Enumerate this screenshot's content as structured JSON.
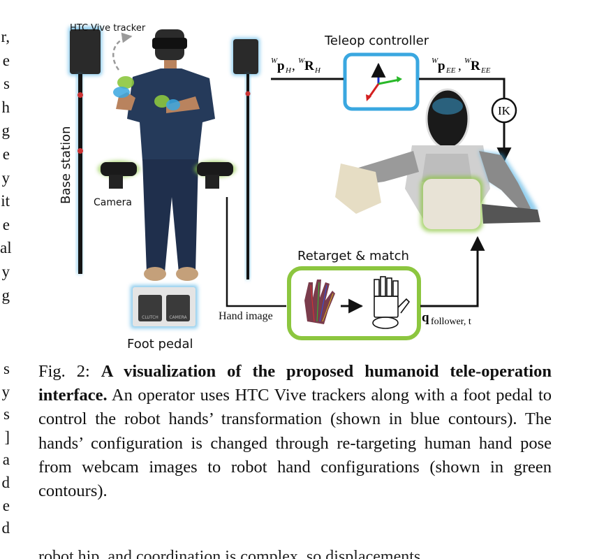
{
  "left_column_fragments": [
    "r,",
    "e",
    "s",
    "h",
    "g",
    "e",
    "y",
    "it",
    "e",
    "al",
    "y",
    "g"
  ],
  "left_column_fragments_2": [
    "s",
    "y",
    "s",
    "]",
    "a",
    "d",
    "e",
    "d"
  ],
  "figure": {
    "labels": {
      "htc_vive_tracker": "HTC Vive tracker",
      "teleop_controller": "Teleop controller",
      "base_station": "Base station",
      "camera": "Camera",
      "foot_pedal": "Foot pedal",
      "retarget_match": "Retarget & match",
      "hand_image": "Hand image",
      "ik": "IK",
      "pedal_left": "CLUTCH",
      "pedal_right": "CAMERA"
    },
    "math": {
      "human_pose_W": "W",
      "human_pose_p": "p",
      "human_pose_sub_H": "H",
      "human_pose_comma": ", ",
      "human_pose_R": "R",
      "ee_p": "p",
      "ee_sub": "EE",
      "ee_R": "R",
      "q_follower": "q",
      "q_sub": "follower, t"
    },
    "colors": {
      "blue_contour": "#3aa7e0",
      "green_contour": "#8cc63f",
      "line": "#111111"
    }
  },
  "caption": {
    "prefix": "Fig. 2: ",
    "bold": "A visualization of the proposed humanoid tele-operation interface.",
    "body": " An operator uses HTC Vive trackers along with a foot pedal to control the robot hands’ transformation (shown in blue contours). The hands’ configuration is changed through re-targeting human hand pose from webcam images to robot hand configurations (shown in green contours)."
  },
  "bottom_partial_line": "robot hip, and coordination is complex, so displacements"
}
